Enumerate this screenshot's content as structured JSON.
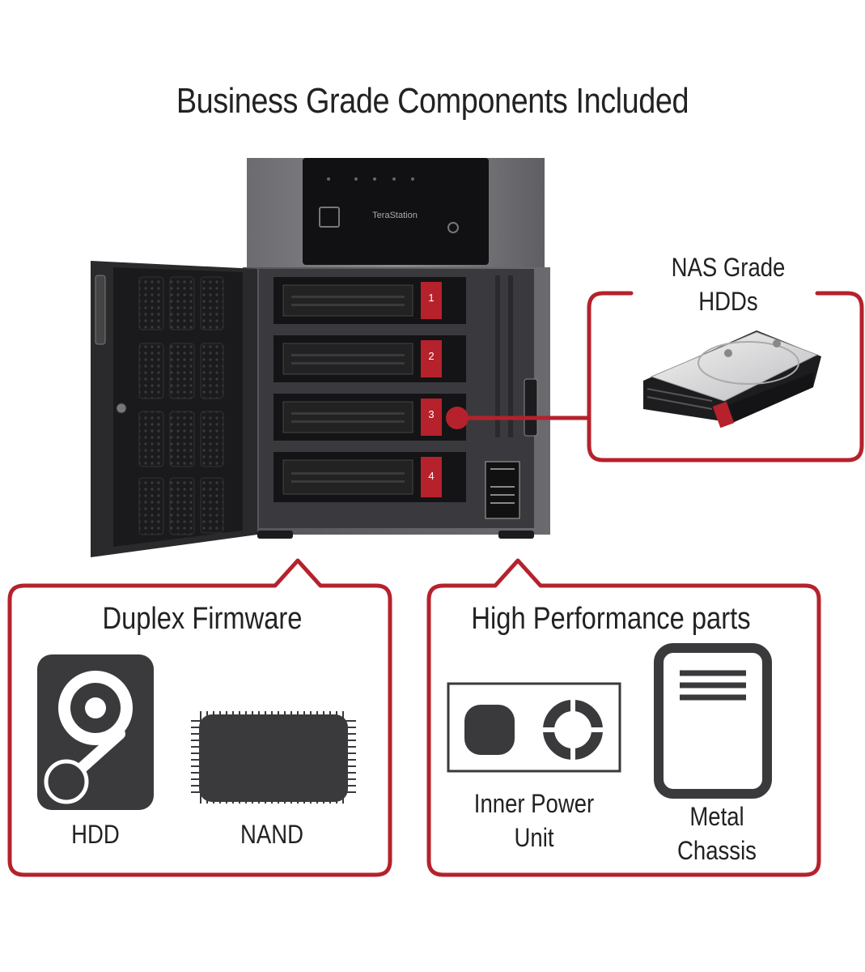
{
  "title": "Business Grade Components Included",
  "device": {
    "brand": "TeraStation",
    "bays": [
      "1",
      "2",
      "3",
      "4"
    ]
  },
  "callouts": {
    "hdd_panel": {
      "label_line1": "NAS Grade",
      "label_line2": "HDDs"
    },
    "duplex": {
      "title": "Duplex Firmware",
      "items": [
        {
          "icon": "hdd-disk-icon",
          "label": "HDD"
        },
        {
          "icon": "nand-chip-icon",
          "label": "NAND"
        }
      ]
    },
    "performance": {
      "title": "High Performance parts",
      "items": [
        {
          "icon": "power-unit-icon",
          "label_line1": "Inner Power",
          "label_line2": "Unit"
        },
        {
          "icon": "metal-chassis-icon",
          "label_line1": "Metal",
          "label_line2": "Chassis"
        }
      ]
    }
  },
  "colors": {
    "accent": "#b5222c",
    "icon": "#3a3a3c",
    "device": "#2b2b2e"
  }
}
